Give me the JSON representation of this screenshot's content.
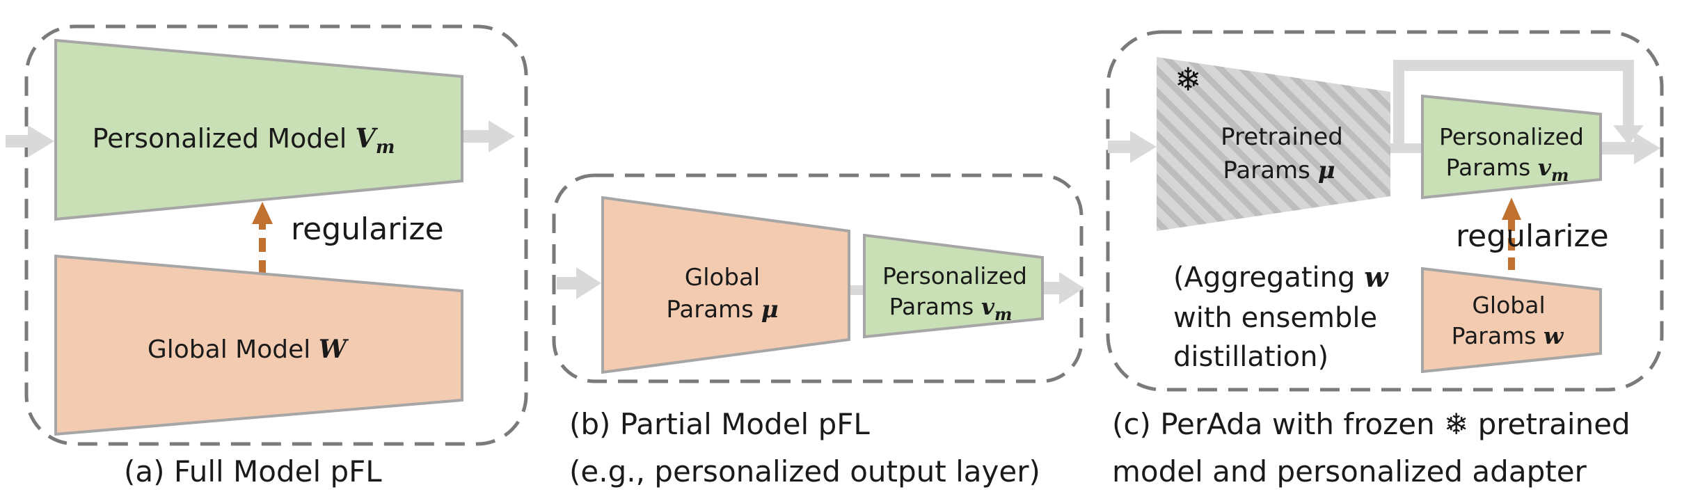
{
  "panel_a": {
    "personalized_model": {
      "text": "Personalized Model ",
      "math": "V",
      "sub": "m"
    },
    "regularize": "regularize",
    "global_model": {
      "text": "Global Model ",
      "math": "W"
    },
    "caption": "(a) Full Model pFL"
  },
  "panel_b": {
    "global_params": {
      "line1": "Global",
      "line2": "Params ",
      "math": "μ"
    },
    "personalized_params": {
      "line1": "Personalized",
      "line2": "Params ",
      "math": "v",
      "sub": "m"
    },
    "caption_line1": "(b) Partial Model pFL",
    "caption_line2": "(e.g., personalized output layer)"
  },
  "panel_c": {
    "frozen_symbol": "❄",
    "pretrained_params": {
      "line1": "Pretrained",
      "line2": "Params ",
      "math": "μ"
    },
    "personalized_params": {
      "line1": "Personalized",
      "line2": "Params ",
      "math": "v",
      "sub": "m"
    },
    "regularize": "regularize",
    "global_params": {
      "line1": "Global",
      "line2": "Params ",
      "math": "w"
    },
    "aggregating": {
      "line1": "(Aggregating ",
      "math": "w",
      "line2": "with ensemble",
      "line3": "distillation)"
    },
    "caption_line1_pre": "(c) PerAda with frozen ",
    "caption_line1_post": " pretrained",
    "caption_line2": "model and personalized adapter"
  },
  "colors": {
    "green_fill": "#c9e0b6",
    "orange_fill": "#f2cbb0",
    "shape_stroke": "#a6a6a6",
    "dashed_border": "#7a7a7a",
    "gray_arrow": "#d9d9d9",
    "reg_arrow": "#c0702f",
    "hatch_light": "#d6d6d6",
    "hatch_dark": "#bdbdbd"
  }
}
